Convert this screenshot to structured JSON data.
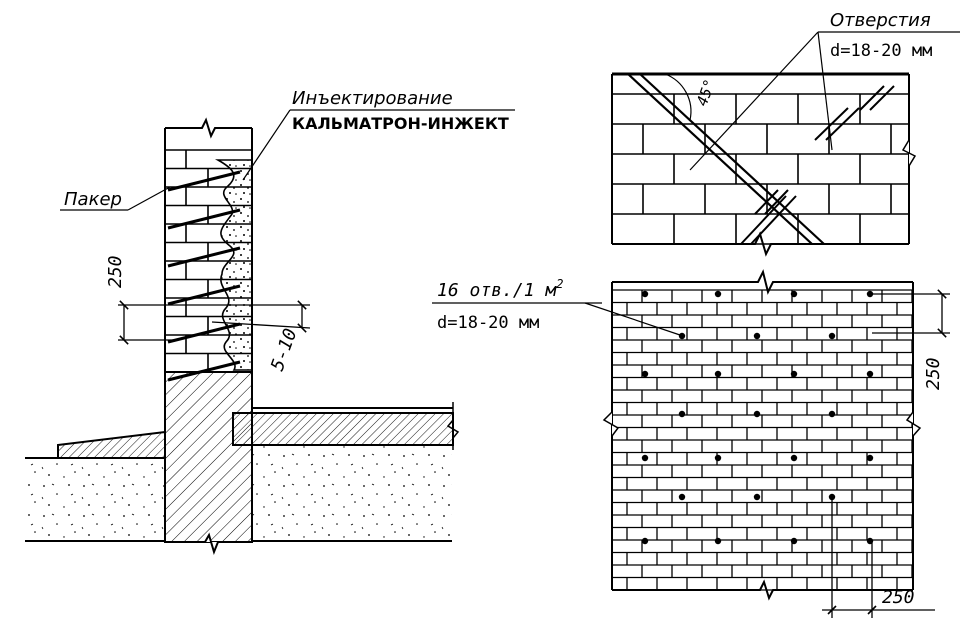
{
  "labels": {
    "injection_line1": "Инъектирование",
    "injection_line2": "КАЛЬМАТРОН-ИНЖЕКТ",
    "packer": "Пакер",
    "dim_250_left": "250",
    "dim_5_10": "5-10",
    "holes_title": "Отверстия",
    "holes_diameter_top": "d=18-20 мм",
    "angle": "45°",
    "holes_count": "16 отв./1 м",
    "holes_count_sup": "2",
    "holes_diameter_bottom": "d=18-20 мм",
    "dim_250_right": "250",
    "dim_250_bottom": "250"
  },
  "colors": {
    "ink": "#000000",
    "background": "#ffffff"
  }
}
